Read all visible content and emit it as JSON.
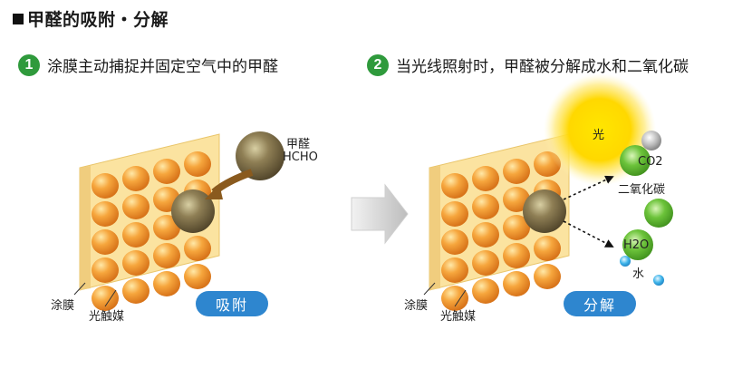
{
  "title": "甲醛的吸附・分解",
  "steps": [
    {
      "num": "1",
      "text": "涂膜主动捕捉并固定空气中的甲醛"
    },
    {
      "num": "2",
      "text": "当光线照射时，甲醛被分解成水和二氧化碳"
    }
  ],
  "left": {
    "coating_label": "涂膜",
    "catalyst_label": "光触媒",
    "formaldehyde_label": "甲醛",
    "formula_label": "HCHO",
    "badge": "吸附"
  },
  "right": {
    "coating_label": "涂膜",
    "catalyst_label": "光触媒",
    "light_label": "光",
    "co2_label": "CO2",
    "co2_name": "二氧化碳",
    "h2o_label": "H2O",
    "water_label": "水",
    "badge": "分解"
  },
  "colors": {
    "panel": "#f7d98a",
    "ball": "#f29a2e",
    "hcho": "#7a6a45",
    "arrow_brown": "#8a5a1e",
    "green": "#5cb82d",
    "blue_badge": "#2e86cf",
    "sun": "#ffd400"
  }
}
